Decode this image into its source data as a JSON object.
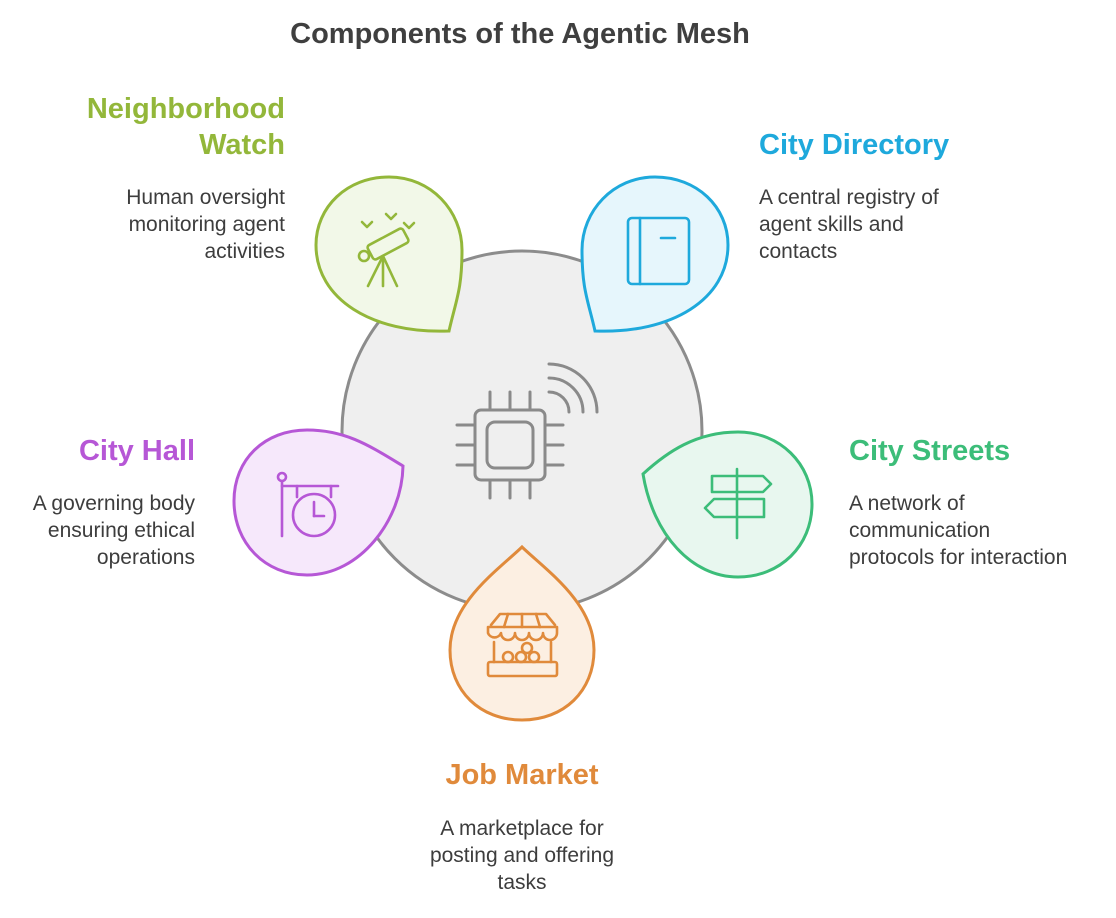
{
  "title": "Components of the Agentic Mesh",
  "center": {
    "icon": "wireless-chip-icon"
  },
  "components": [
    {
      "id": "neighborhood-watch",
      "heading": [
        "Neighborhood",
        "Watch"
      ],
      "description": [
        "Human oversight",
        "monitoring agent",
        "activities"
      ],
      "icon": "telescope-icon",
      "color": "#93b73a",
      "fill": "#f2f8e8"
    },
    {
      "id": "city-directory",
      "heading": [
        "City Directory"
      ],
      "description": [
        "A central registry of",
        "agent skills and",
        "contacts"
      ],
      "icon": "book-icon",
      "color": "#1ea9dc",
      "fill": "#e6f6fc"
    },
    {
      "id": "city-hall",
      "heading": [
        "City Hall"
      ],
      "description": [
        "A governing body",
        "ensuring ethical",
        "operations"
      ],
      "icon": "hanging-clock-sign-icon",
      "color": "#b657d6",
      "fill": "#f6e8fb"
    },
    {
      "id": "city-streets",
      "heading": [
        "City Streets"
      ],
      "description": [
        "A network of",
        "communication",
        "protocols for interaction"
      ],
      "icon": "signpost-icon",
      "color": "#3cbd79",
      "fill": "#e8f7ef"
    },
    {
      "id": "job-market",
      "heading": [
        "Job Market"
      ],
      "description": [
        "A marketplace for",
        "posting and offering",
        "tasks"
      ],
      "icon": "market-stall-icon",
      "color": "#e08a3b",
      "fill": "#fcefe2"
    }
  ]
}
